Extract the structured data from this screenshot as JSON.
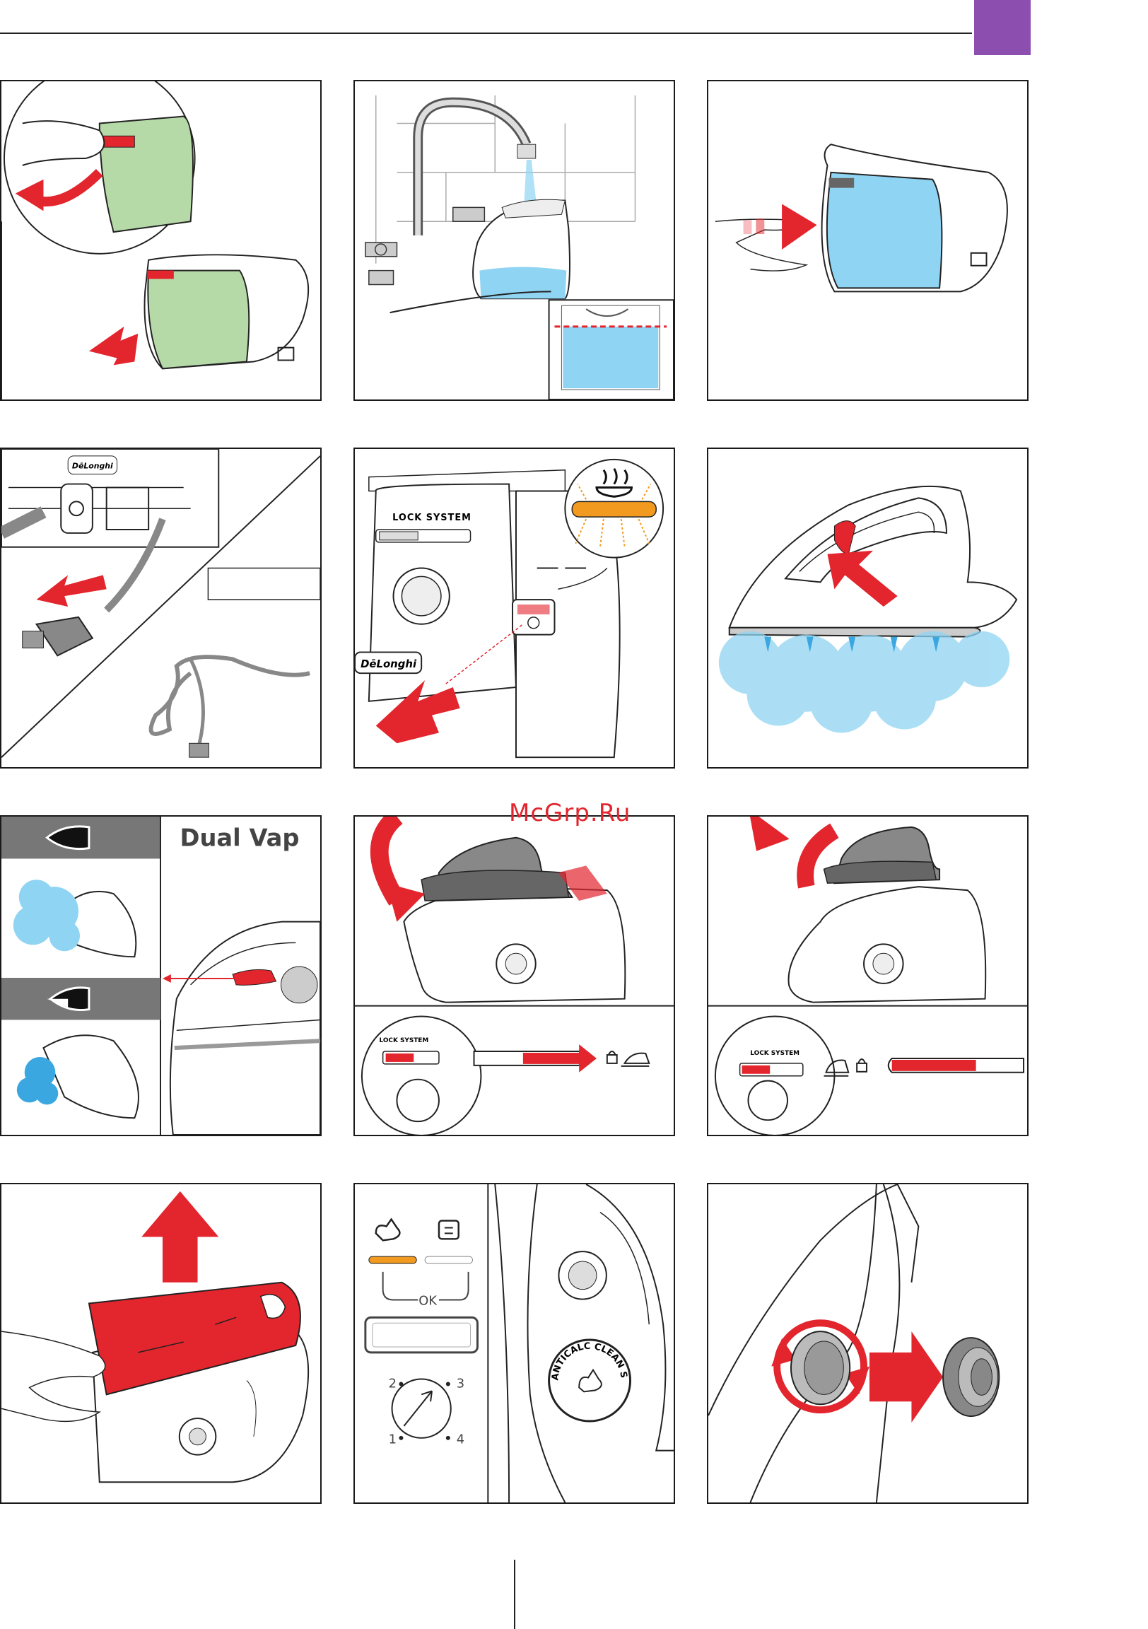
{
  "header": {
    "tab_color": "#8c4fb0"
  },
  "brand": {
    "logo_text": "DēLonghi",
    "logo_text_2": "DēLonghi"
  },
  "panels": {
    "lock": {
      "label": "LOCK SYSTEM"
    },
    "dual": {
      "label": "Dual Vap"
    },
    "lock_on": {
      "label": "LOCK SYSTEM"
    },
    "lock_off": {
      "label": "LOCK SYSTEM"
    },
    "anticalc": {
      "ok_label": "OK",
      "dial_1": "1",
      "dial_2": "2",
      "dial_3": "3",
      "dial_4": "4",
      "seal_text": "ANTICALC CLEAN SYSTEM"
    }
  },
  "watermark": {
    "text": "McGrp.Ru"
  },
  "colors": {
    "red": "#e3252d",
    "water": "#8fd4f2",
    "tank_green": "#b6d9a8",
    "orange": "#f29a1f",
    "purple": "#8c4fb0"
  }
}
